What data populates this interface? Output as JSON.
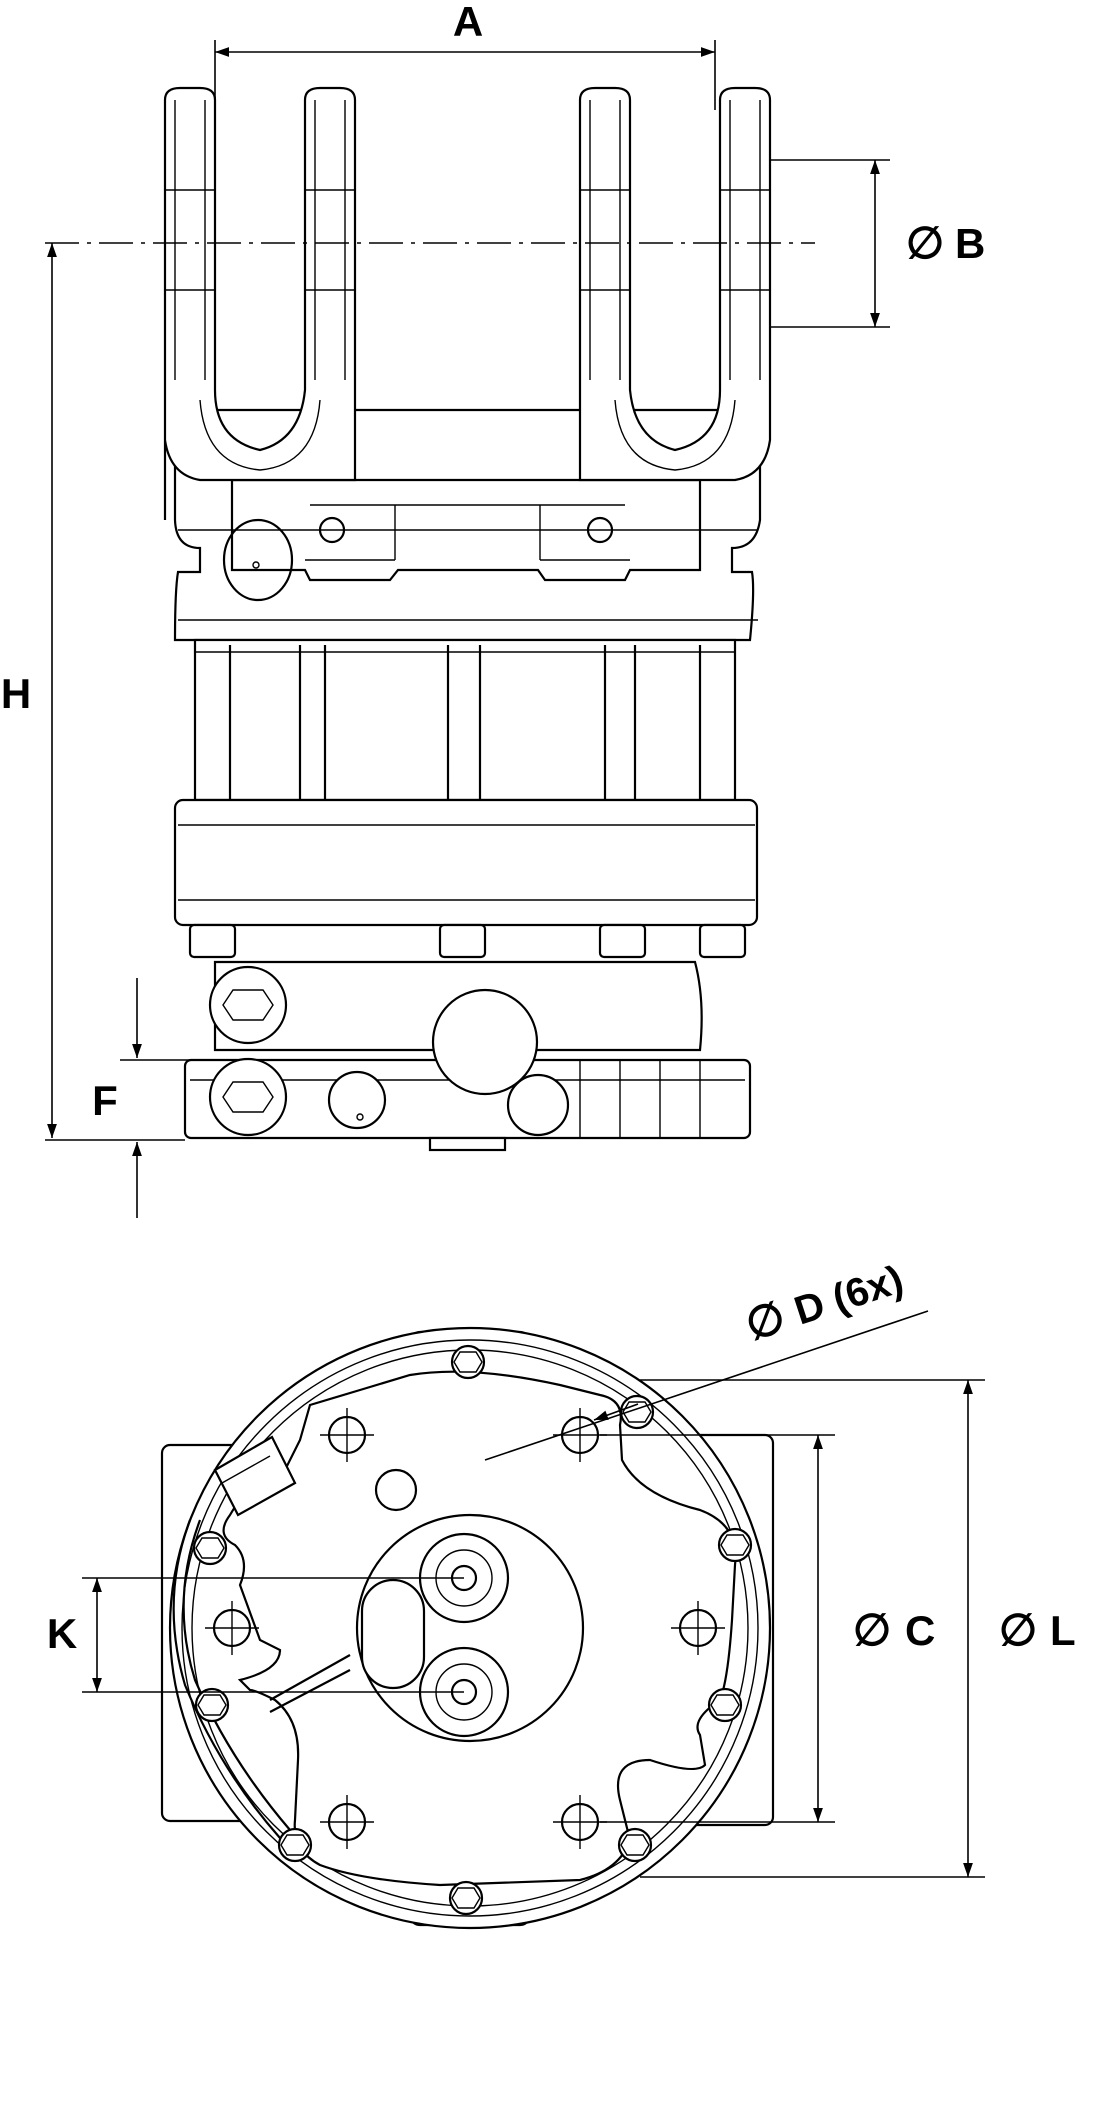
{
  "dimensions": {
    "A": "A",
    "B": "B",
    "C": "C",
    "D": "D (6x)",
    "F": "F",
    "H": "H",
    "K": "K",
    "L": "L"
  },
  "diameter_symbol": "∅",
  "views": [
    "side-elevation-view",
    "bottom-plan-view"
  ]
}
